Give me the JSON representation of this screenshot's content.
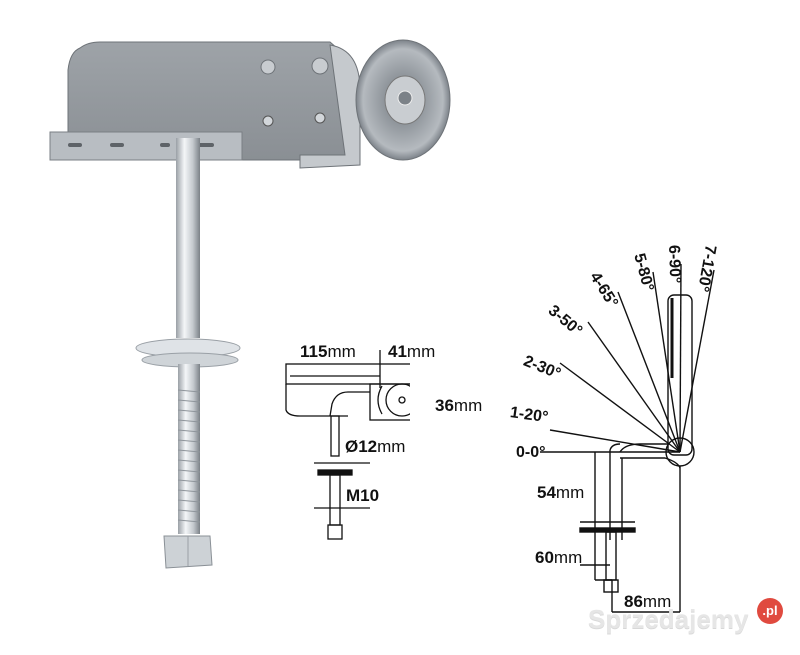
{
  "photo": {
    "subject": "sofa-bed-hinge-mechanism",
    "colors": {
      "metal": "#a7abb0",
      "metal_dark": "#6e7378",
      "chrome": "#dfe3e7"
    }
  },
  "side_view": {
    "labels": {
      "length": {
        "num": "115",
        "unit": "mm"
      },
      "roller_width": {
        "num": "41",
        "unit": "mm"
      },
      "height": {
        "num": "36",
        "unit": "mm"
      },
      "rod_diameter": {
        "num": "Ø12",
        "unit": "mm"
      },
      "thread": {
        "num": "M10",
        "unit": ""
      }
    }
  },
  "angle_view": {
    "positions": [
      {
        "label": "0-0°"
      },
      {
        "label": "1-20°"
      },
      {
        "label": "2-30°"
      },
      {
        "label": "3-50°"
      },
      {
        "label": "4-65°"
      },
      {
        "label": "5-80°"
      },
      {
        "label": "6-90°"
      },
      {
        "label": "7-120°"
      }
    ],
    "labels": {
      "depth": {
        "num": "54",
        "unit": "mm"
      },
      "thread_len": {
        "num": "60",
        "unit": "mm"
      },
      "offset": {
        "num": "86",
        "unit": "mm"
      }
    }
  },
  "watermark": {
    "text": "Sprzedajemy",
    "badge": ".pl",
    "badge_color": "#e04a3f"
  }
}
